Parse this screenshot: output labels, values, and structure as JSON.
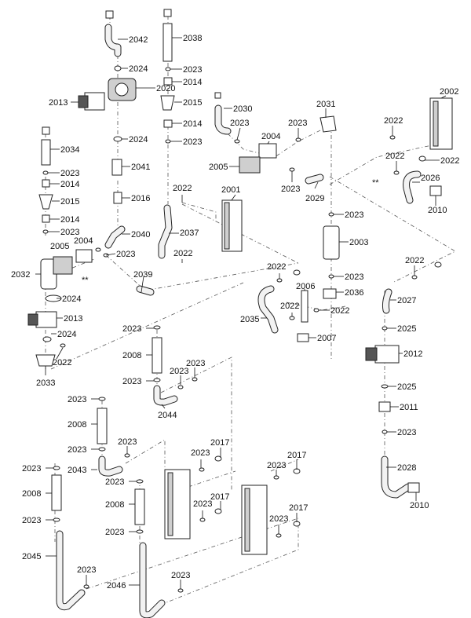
{
  "labels": {
    "p2001": "2001",
    "p2002": "2002",
    "p2003": "2003",
    "p2004a": "2004",
    "p2004b": "2004",
    "p2005a": "2005",
    "p2005b": "2005",
    "p2006": "2006",
    "p2007": "2007",
    "p2008a": "2008",
    "p2008b": "2008",
    "p2008c": "2008",
    "p2010a": "2010",
    "p2010b": "2010",
    "p2011": "2011",
    "p2012": "2012",
    "p2013a": "2013",
    "p2013b": "2013",
    "p2014a": "2014",
    "p2014b": "2014",
    "p2014c": "2014",
    "p2014d": "2014",
    "p2015a": "2015",
    "p2015b": "2015",
    "p2016": "2016",
    "p2017a": "2017",
    "p2017b": "2017",
    "p2017c": "2017",
    "p2017d": "2017",
    "p2020": "2020",
    "p2022a": "2022",
    "p2022b": "2022",
    "p2022c": "2022",
    "p2022d": "2022",
    "p2022e": "2022",
    "p2022f": "2022",
    "p2022g": "2022",
    "p2022h": "2022",
    "p2022i": "2022",
    "p2022j": "2022",
    "p2023a": "2023",
    "p2023b": "2023",
    "p2023c": "2023",
    "p2023d": "2023",
    "p2023e": "2023",
    "p2023f": "2023",
    "p2023g": "2023",
    "p2023h": "2023",
    "p2023i": "2023",
    "p2023j": "2023",
    "p2023k": "2023",
    "p2023l": "2023",
    "p2023m": "2023",
    "p2023n": "2023",
    "p2023o": "2023",
    "p2023p": "2023",
    "p2023q": "2023",
    "p2023r": "2023",
    "p2023s": "2023",
    "p2023t": "2023",
    "p2023u": "2023",
    "p2023v": "2023",
    "p2023w": "2023",
    "p2023x": "2023",
    "p2023y": "2023",
    "p2023z": "2023",
    "p2023aa": "2023",
    "p2023ab": "2023",
    "p2024a": "2024",
    "p2024b": "2024",
    "p2024c": "2024",
    "p2024d": "2024",
    "p2025a": "2025",
    "p2025b": "2025",
    "p2026": "2026",
    "p2027": "2027",
    "p2028": "2028",
    "p2029": "2029",
    "p2030": "2030",
    "p2031": "2031",
    "p2032": "2032",
    "p2033": "2033",
    "p2034": "2034",
    "p2035": "2035",
    "p2036": "2036",
    "p2037": "2037",
    "p2038": "2038",
    "p2039": "2039",
    "p2040": "2040",
    "p2041": "2041",
    "p2042": "2042",
    "p2043": "2043",
    "p2044": "2044",
    "p2045": "2045",
    "p2046": "2046",
    "star1": "**",
    "star2": "**"
  }
}
